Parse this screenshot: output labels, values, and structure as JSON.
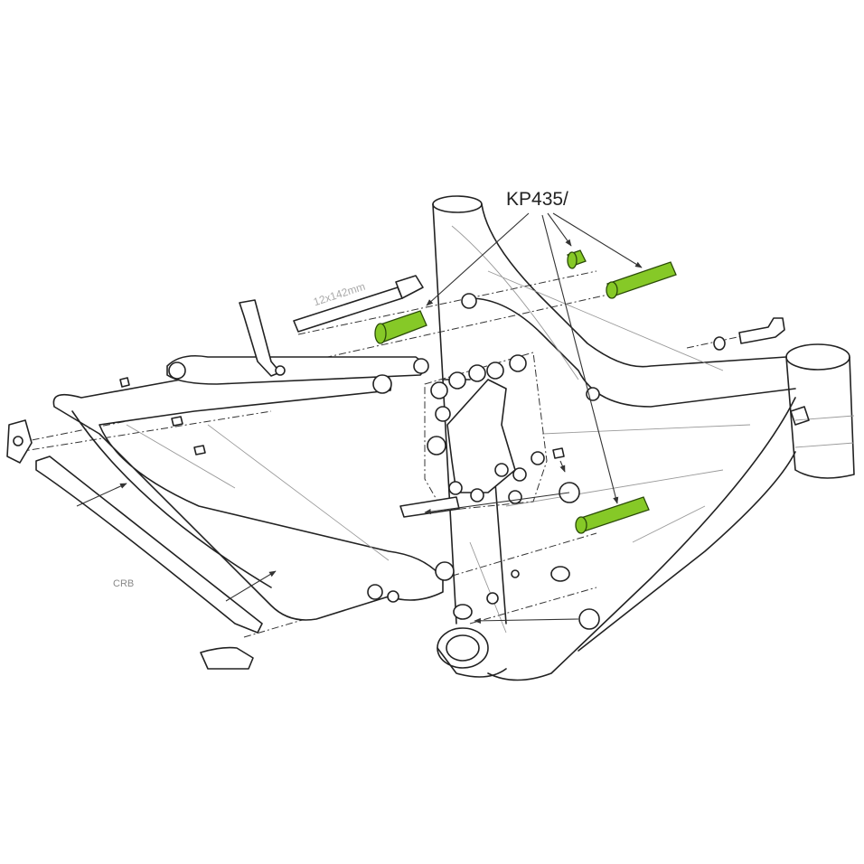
{
  "diagram": {
    "part_callout": "KP435/",
    "axle_label": "12x142mm",
    "chainstay_protector_label": "CRB",
    "colors": {
      "highlight": "#86c927",
      "line": "#222222",
      "label_gray": "#888888"
    }
  }
}
